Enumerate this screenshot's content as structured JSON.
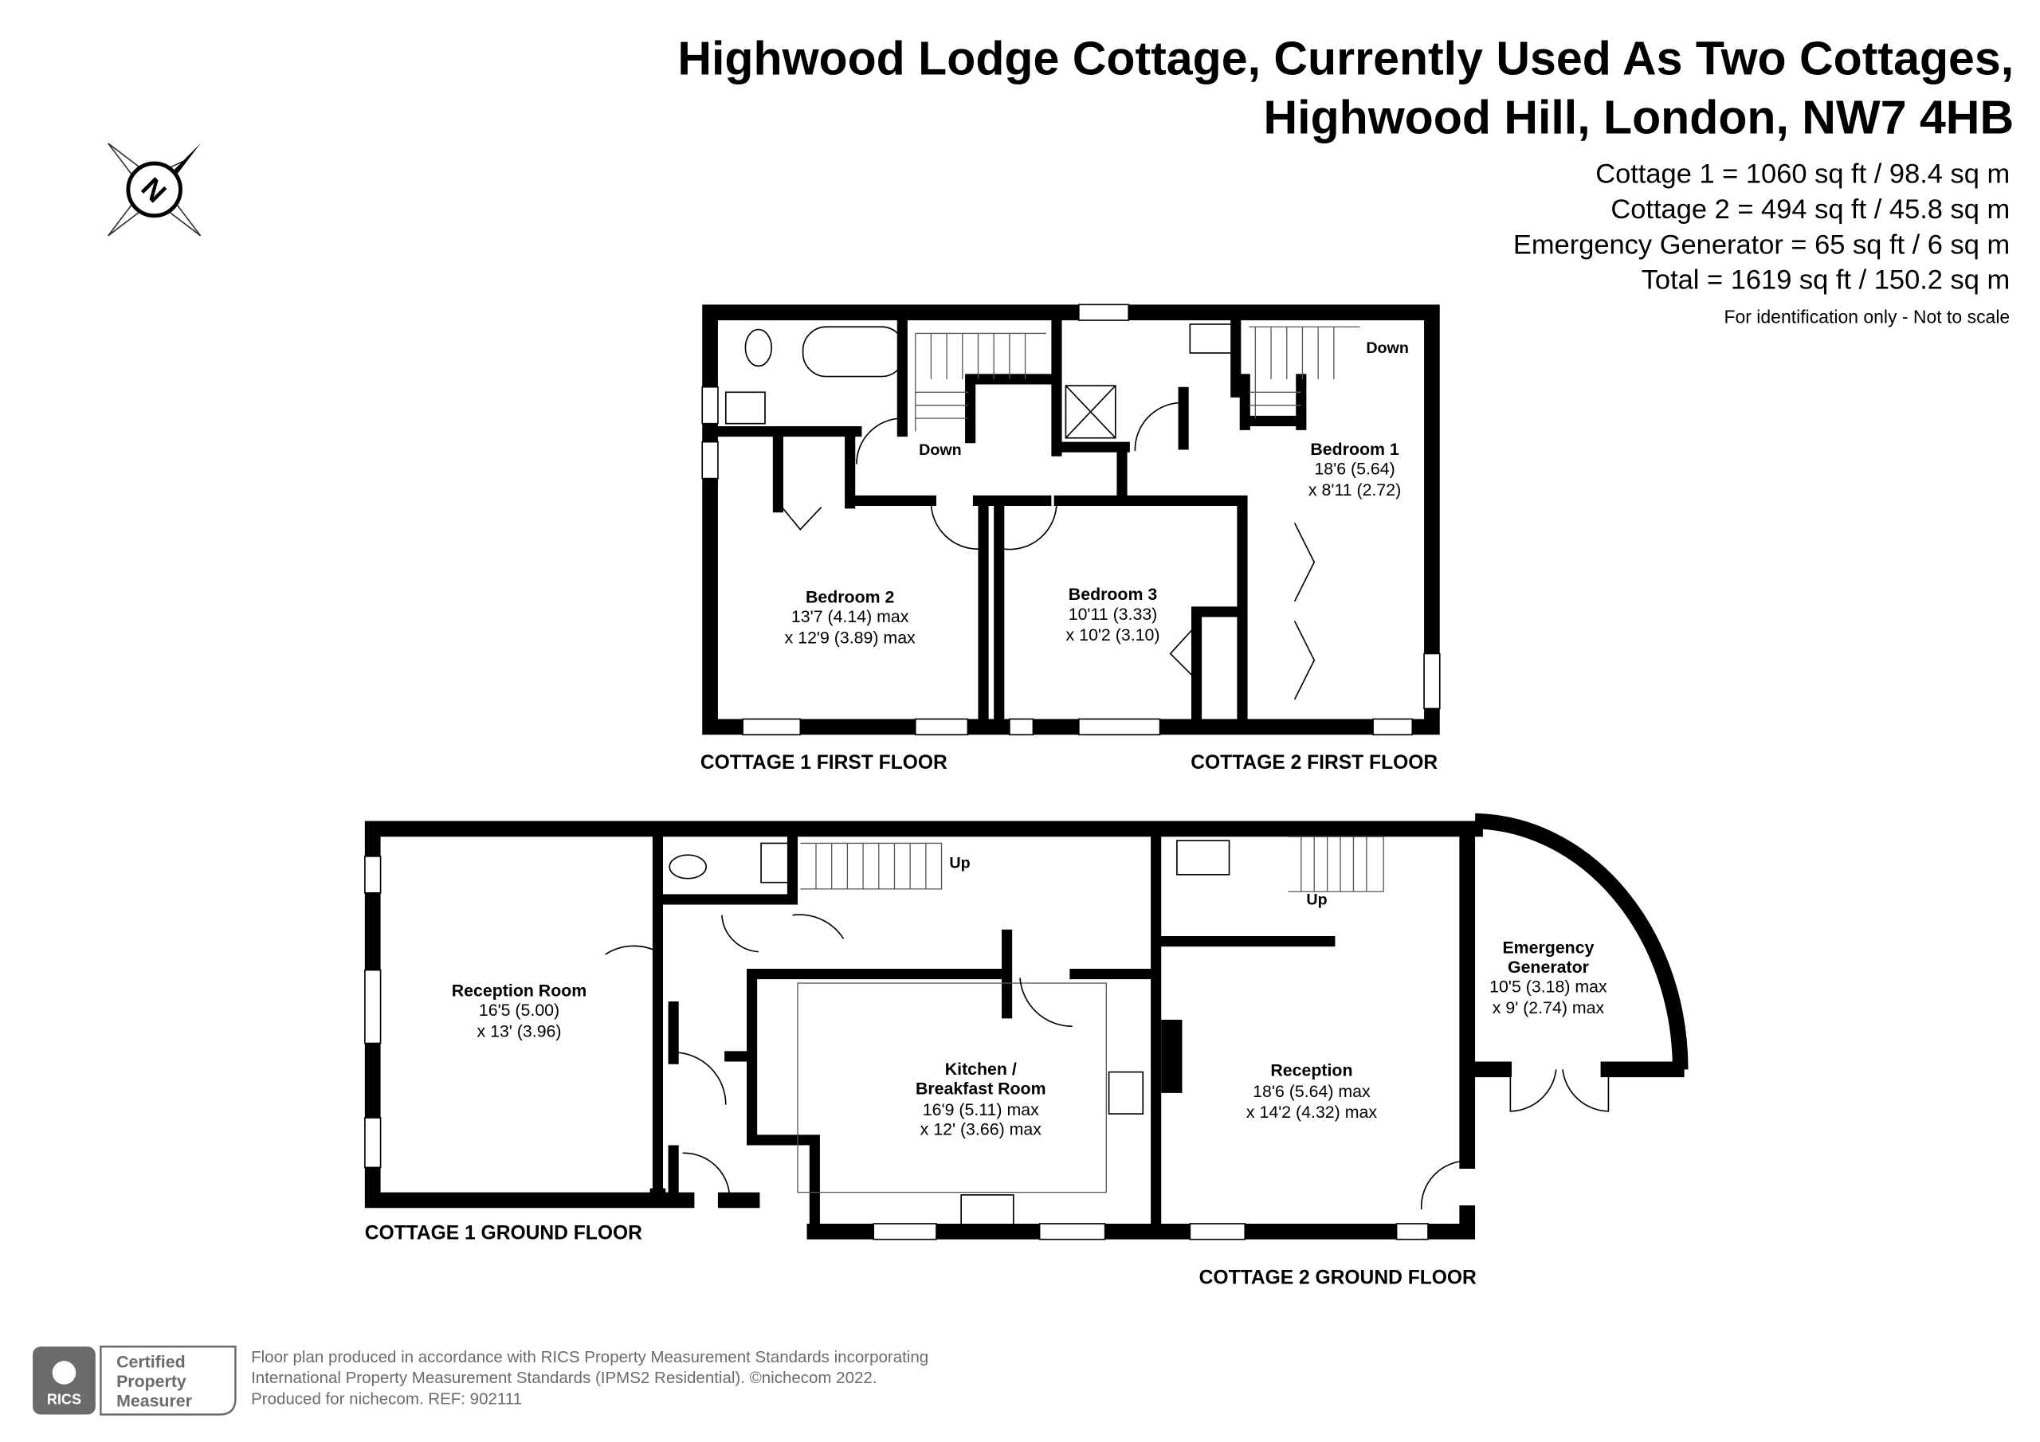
{
  "title": {
    "line1": "Highwood Lodge Cottage, Currently Used As Two Cottages,",
    "line2": "Highwood Hill, London, NW7 4HB"
  },
  "areas": [
    "Cottage 1 = 1060 sq ft / 98.4 sq m",
    "Cottage 2 = 494 sq ft / 45.8 sq m",
    "Emergency Generator = 65 sq ft / 6 sq m",
    "Total = 1619 sq ft / 150.2 sq m"
  ],
  "disclaimer": "For identification only - Not to scale",
  "compass": {
    "label": "N",
    "icon": "compass-icon"
  },
  "first_floor": {
    "bedroom1": {
      "name": "Bedroom 1",
      "dim1": "18'6 (5.64)",
      "dim2": "x 8'11 (2.72)"
    },
    "bedroom2": {
      "name": "Bedroom 2",
      "dim1": "13'7 (4.14) max",
      "dim2": "x 12'9 (3.89) max"
    },
    "bedroom3": {
      "name": "Bedroom 3",
      "dim1": "10'11 (3.33)",
      "dim2": "x 10'2 (3.10)"
    },
    "stairs1": "Down",
    "stairs2": "Down",
    "label_c1": "COTTAGE 1 FIRST FLOOR",
    "label_c2": "COTTAGE 2 FIRST FLOOR"
  },
  "ground_floor": {
    "reception_room": {
      "name": "Reception Room",
      "dim1": "16'5 (5.00)",
      "dim2": "x 13' (3.96)"
    },
    "kitchen": {
      "name1": "Kitchen /",
      "name2": "Breakfast Room",
      "dim1": "16'9 (5.11) max",
      "dim2": "x 12' (3.66) max"
    },
    "reception": {
      "name": "Reception",
      "dim1": "18'6 (5.64) max",
      "dim2": "x 14'2 (4.32) max"
    },
    "generator": {
      "name1": "Emergency",
      "name2": "Generator",
      "dim1": "10'5 (3.18) max",
      "dim2": "x 9' (2.74) max"
    },
    "stairs1": "Up",
    "stairs2": "Up",
    "label_c1": "COTTAGE 1 GROUND FLOOR",
    "label_c2": "COTTAGE 2 GROUND FLOOR"
  },
  "footer": {
    "badge_brand": "RICS",
    "badge_l1": "Certified",
    "badge_l2": "Property",
    "badge_l3": "Measurer",
    "line1": "Floor plan produced in accordance with RICS Property Measurement Standards incorporating",
    "line2": "International Property Measurement Standards (IPMS2 Residential).   ©nichecom 2022.",
    "line3": "Produced for nichecom.   REF:  902111"
  }
}
